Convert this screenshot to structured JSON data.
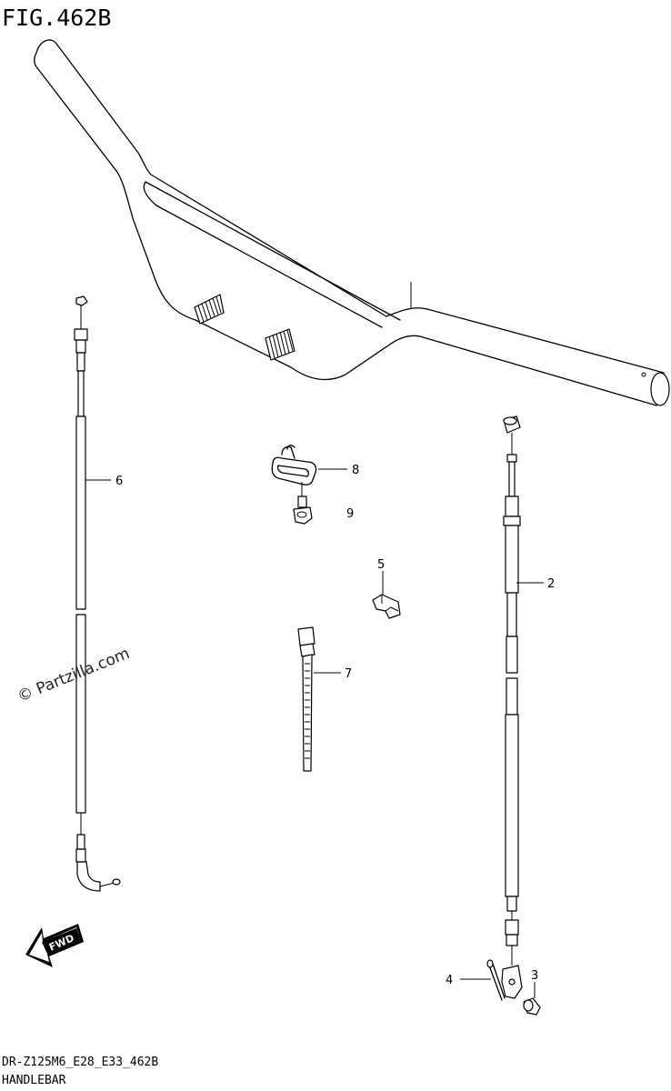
{
  "figure": {
    "title": "FIG.462B",
    "footer_code": "DR-Z125M6_E28_E33_462B",
    "footer_name": "HANDLEBAR",
    "watermark": "© Partzilla.com"
  },
  "callouts": [
    {
      "id": "2",
      "label": "2"
    },
    {
      "id": "3",
      "label": "3"
    },
    {
      "id": "4",
      "label": "4"
    },
    {
      "id": "5",
      "label": "5"
    },
    {
      "id": "6",
      "label": "6"
    },
    {
      "id": "7",
      "label": "7"
    },
    {
      "id": "8",
      "label": "8"
    },
    {
      "id": "9",
      "label": "9"
    }
  ],
  "fwd_badge": {
    "label": "FWD"
  }
}
